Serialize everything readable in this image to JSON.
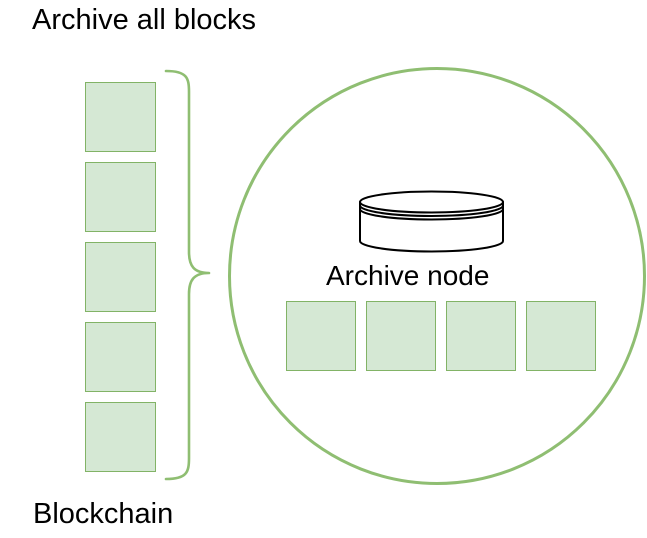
{
  "title": "Archive all blocks",
  "blockchain": {
    "label": "Blockchain",
    "block_count": 5
  },
  "archive": {
    "label": "Archive node",
    "block_count": 4
  },
  "icons": {
    "database": "database-cylinder-icon",
    "brace": "curly-brace-right"
  },
  "colors": {
    "block_fill": "#d5e8d4",
    "block_border": "#82b366",
    "outline_green": "#8fbe72",
    "text": "#000000",
    "cylinder_stroke": "#000000",
    "background": "#ffffff"
  }
}
